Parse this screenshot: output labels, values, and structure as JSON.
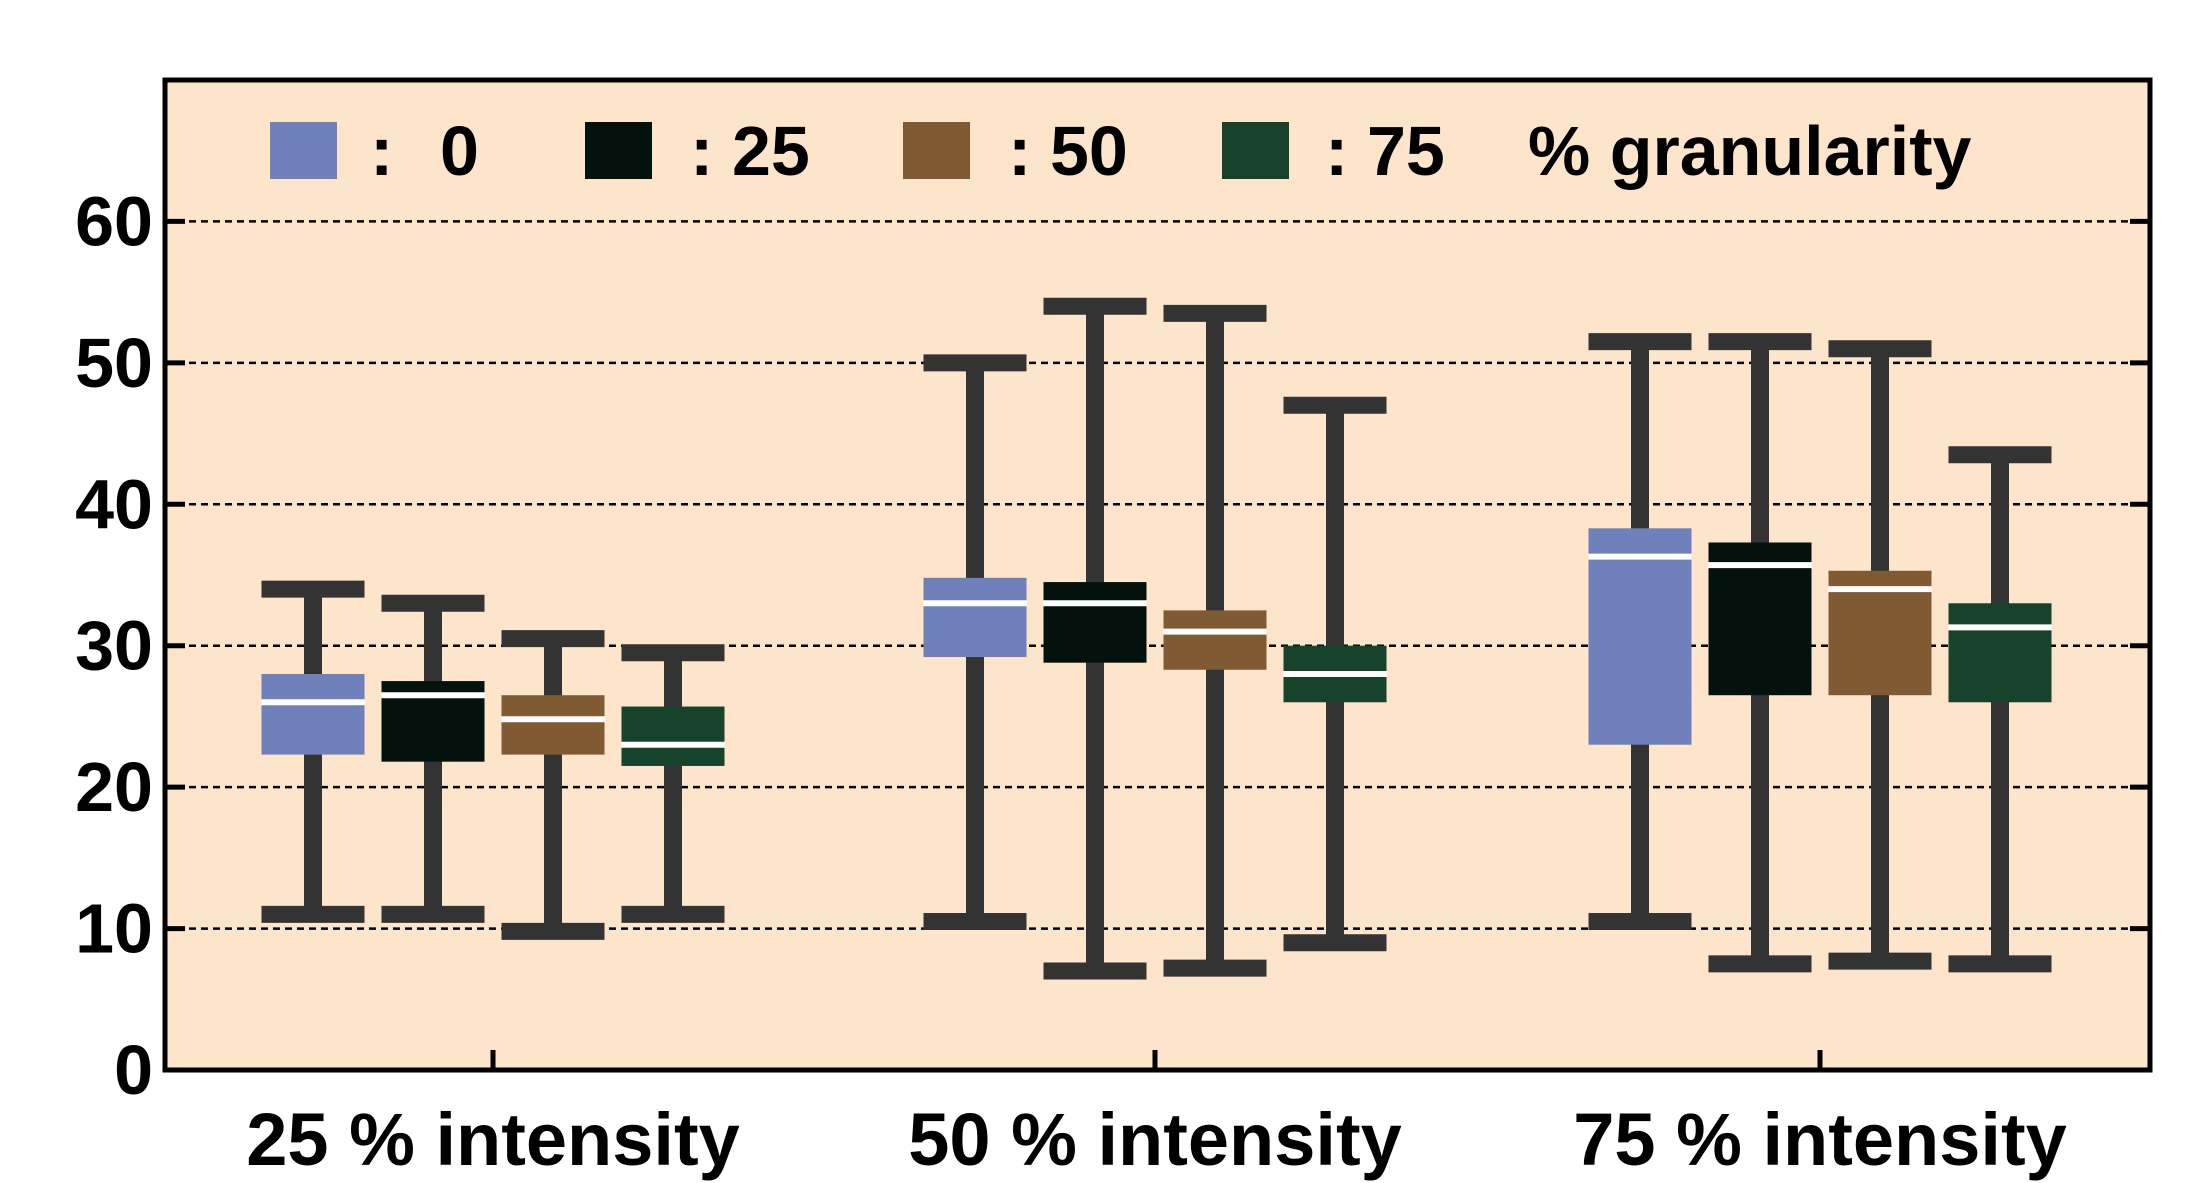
{
  "chart_data": {
    "type": "boxplot",
    "title": "",
    "xlabel": "",
    "ylabel": "",
    "ylim": [
      0,
      70
    ],
    "yticks": [
      0,
      10,
      20,
      30,
      40,
      50,
      60
    ],
    "grid": "horizontal dashed",
    "legend_placement": "top",
    "legend_suffix": "% granularity",
    "plot_background": "#fde5cc",
    "whisker_color": "#333333",
    "categories": [
      "25 % intensity",
      "50 % intensity",
      "75 % intensity"
    ],
    "series": [
      {
        "name": "0",
        "color": "#7080bb"
      },
      {
        "name": "25",
        "color": "#04120e"
      },
      {
        "name": "50",
        "color": "#7f5a33"
      },
      {
        "name": "75",
        "color": "#17432d"
      }
    ],
    "boxes": [
      [
        {
          "min": 11,
          "q1": 22.3,
          "median": 26,
          "q3": 28,
          "max": 34
        },
        {
          "min": 11,
          "q1": 21.8,
          "median": 26.5,
          "q3": 27.5,
          "max": 33
        },
        {
          "min": 9.8,
          "q1": 22.3,
          "median": 24.8,
          "q3": 26.5,
          "max": 30.5
        },
        {
          "min": 11,
          "q1": 21.5,
          "median": 23,
          "q3": 25.7,
          "max": 29.5
        }
      ],
      [
        {
          "min": 10.5,
          "q1": 29.2,
          "median": 33,
          "q3": 34.8,
          "max": 50
        },
        {
          "min": 7,
          "q1": 28.8,
          "median": 33,
          "q3": 34.5,
          "max": 54
        },
        {
          "min": 7.2,
          "q1": 28.3,
          "median": 31,
          "q3": 32.5,
          "max": 53.5
        },
        {
          "min": 9,
          "q1": 26,
          "median": 28,
          "q3": 30,
          "max": 47
        }
      ],
      [
        {
          "min": 10.5,
          "q1": 23,
          "median": 36.3,
          "q3": 38.3,
          "max": 51.5
        },
        {
          "min": 7.5,
          "q1": 26.5,
          "median": 35.7,
          "q3": 37.3,
          "max": 51.5
        },
        {
          "min": 7.7,
          "q1": 26.5,
          "median": 34,
          "q3": 35.3,
          "max": 51
        },
        {
          "min": 7.5,
          "q1": 26,
          "median": 31.3,
          "q3": 33,
          "max": 43.5
        }
      ]
    ]
  }
}
